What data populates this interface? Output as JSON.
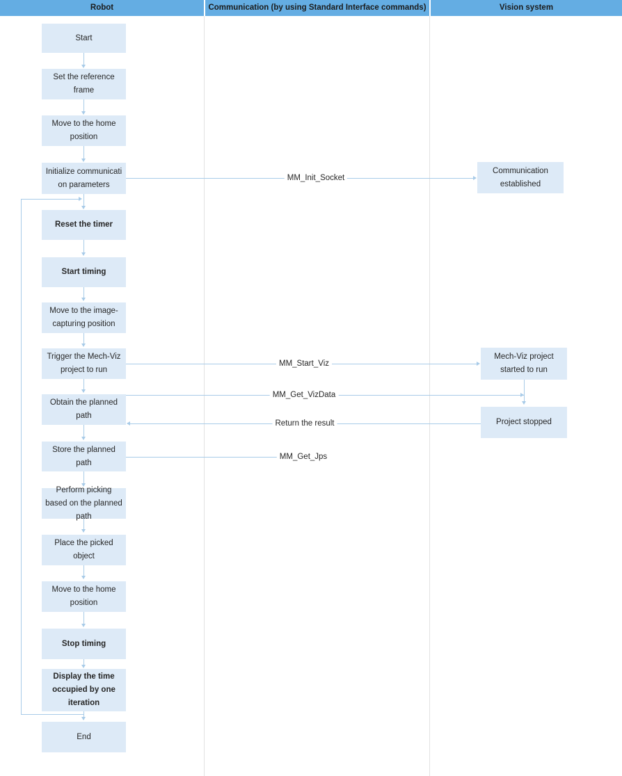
{
  "diagram": {
    "title": "Robot - Vision system standard interface flowchart",
    "colors": {
      "header_band": "#64ade3",
      "node_fill": "#ddeaf7",
      "connector": "#a8cbe8",
      "lane_divider": "#e2e2e2",
      "text": "#262626"
    }
  },
  "header": {
    "lanes": [
      {
        "label": "Robot"
      },
      {
        "label": "Communication (by using Standard Interface commands)"
      },
      {
        "label": "Vision system"
      }
    ]
  },
  "robot_lane": {
    "nodes": [
      {
        "id": "start",
        "label": "Start",
        "bold": false
      },
      {
        "id": "ref-frame",
        "label": "Set the reference frame",
        "bold": false
      },
      {
        "id": "home-1",
        "label": "Move to the home position",
        "bold": false
      },
      {
        "id": "init-comm",
        "label": "Initialize communicati on parameters",
        "bold": false
      },
      {
        "id": "reset-timer",
        "label": "Reset the timer",
        "bold": true
      },
      {
        "id": "start-timing",
        "label": "Start timing",
        "bold": true
      },
      {
        "id": "image-pos",
        "label": "Move to the image-capturing position",
        "bold": false
      },
      {
        "id": "trigger-viz",
        "label": "Trigger the Mech-Viz project to run",
        "bold": false
      },
      {
        "id": "obtain-path",
        "label": "Obtain the planned path",
        "bold": false
      },
      {
        "id": "store-path",
        "label": "Store the planned path",
        "bold": false
      },
      {
        "id": "perform-pick",
        "label": "Perform picking based on the planned path",
        "bold": false
      },
      {
        "id": "place-object",
        "label": "Place the picked object",
        "bold": false
      },
      {
        "id": "home-2",
        "label": "Move to the home position",
        "bold": false
      },
      {
        "id": "stop-timing",
        "label": "Stop timing",
        "bold": true
      },
      {
        "id": "display-time",
        "label": "Display the time occupied by one iteration",
        "bold": true
      },
      {
        "id": "end",
        "label": "End",
        "bold": false
      }
    ]
  },
  "vision_lane": {
    "nodes": [
      {
        "id": "comm-established",
        "label": "Communication established"
      },
      {
        "id": "viz-started",
        "label": "Mech-Viz project started to run"
      },
      {
        "id": "project-stopped",
        "label": "Project stopped"
      }
    ]
  },
  "communication_lane": {
    "messages": [
      {
        "id": "init-socket",
        "label": "MM_Init_Socket",
        "direction": "right"
      },
      {
        "id": "start-viz",
        "label": "MM_Start_Viz",
        "direction": "right"
      },
      {
        "id": "get-vizdata",
        "label": "MM_Get_VizData",
        "direction": "right"
      },
      {
        "id": "return-result",
        "label": "Return the result",
        "direction": "left"
      },
      {
        "id": "get-jps",
        "label": "MM_Get_Jps",
        "direction": "none"
      }
    ]
  }
}
